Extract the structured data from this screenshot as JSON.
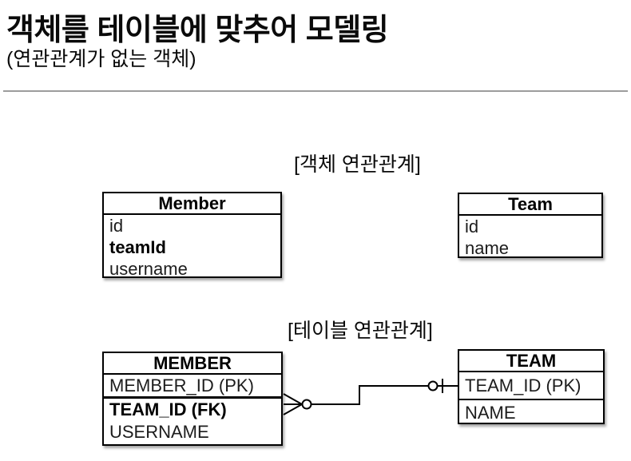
{
  "page": {
    "title": "객체를 테이블에 맞추어 모델링",
    "subtitle": "(연관관계가 없는 객체)"
  },
  "object_diagram": {
    "section_label": "[객체 연관관계]",
    "member_class": {
      "title": "Member",
      "fields": [
        {
          "name": "id"
        },
        {
          "name": "teamId"
        },
        {
          "name": "username"
        }
      ]
    },
    "team_class": {
      "title": "Team",
      "fields": [
        {
          "name": "id"
        },
        {
          "name": "name"
        }
      ]
    }
  },
  "table_diagram": {
    "section_label": "[테이블 연관관계]",
    "member_table": {
      "title": "MEMBER",
      "pk_field": "MEMBER_ID (PK)",
      "fields": [
        {
          "name": "TEAM_ID (FK)"
        },
        {
          "name": "USERNAME"
        }
      ]
    },
    "team_table": {
      "title": "TEAM",
      "pk_field": "TEAM_ID (PK)",
      "fields": [
        {
          "name": "NAME"
        }
      ]
    },
    "relationship": {
      "member_end_icon": "crows-foot-many-optional",
      "team_end_icon": "zero-or-one"
    }
  },
  "colors": {
    "background": "#ffffff",
    "border": "#000000",
    "divider": "#9c9c9c",
    "text": "#111111"
  }
}
